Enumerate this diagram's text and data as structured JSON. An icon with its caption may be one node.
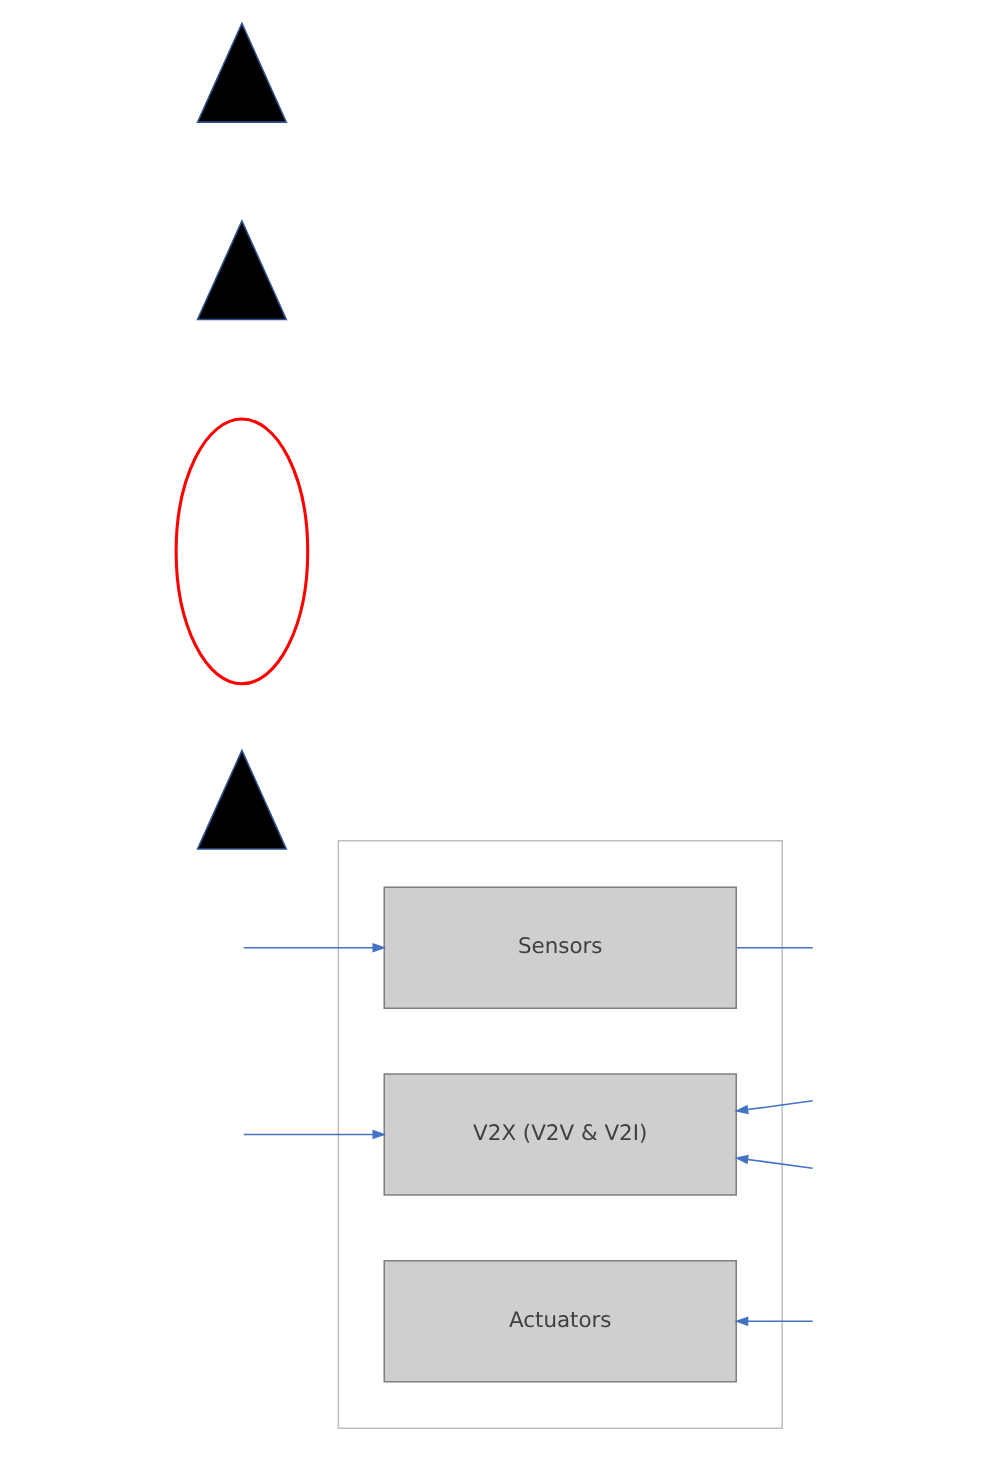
{
  "diagram": {
    "nodes": [
      {
        "text": [],
        "shape": "box"
      },
      {
        "text": [],
        "shape": "callout"
      },
      {
        "text": [
          "Sensors"
        ],
        "in": 0
      },
      {
        "text": [],
        "shape": "ellipse"
      },
      {
        "text": [
          "V2X (V2V & V2I)"
        ],
        "in": 0
      },
      {
        "text": [],
        "shape": "callout"
      },
      {
        "text": [
          "Actuators"
        ],
        "in": 0
      },
      {
        "text": [],
        "shape": "callout"
      }
    ],
    "edges": [
      {
        "from": null,
        "to": 2,
        "arrow": "to"
      },
      {
        "from": 2,
        "to": null,
        "arrow": "none"
      },
      {
        "from": null,
        "to": 4,
        "arrow": "to"
      },
      {
        "from": null,
        "to": 4,
        "arrow": "to"
      },
      {
        "from": null,
        "to": 4,
        "arrow": "to"
      },
      {
        "from": null,
        "to": 6,
        "arrow": "to"
      }
    ]
  }
}
